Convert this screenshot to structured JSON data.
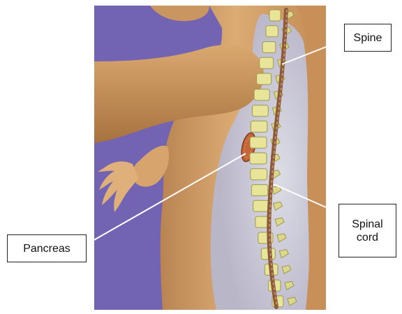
{
  "labels": {
    "spine": "Spine",
    "spinal_cord_line1": "Spinal",
    "spinal_cord_line2": "cord",
    "pancreas": "Pancreas"
  },
  "colors": {
    "background": "#7363b3",
    "skin": "#d7a168",
    "cavity": "#c9c9d6",
    "vertebra": "#e8e49a",
    "cord": "#8a5a3a",
    "pancreas": "#c5653a"
  }
}
